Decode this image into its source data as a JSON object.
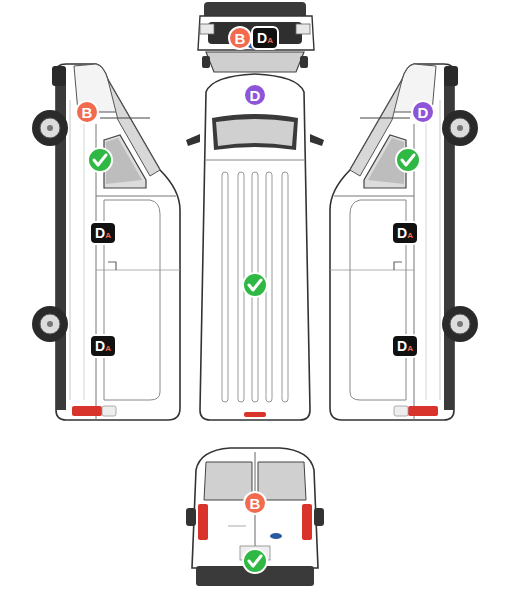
{
  "diagram": {
    "nodes": [
      {
        "text": [
          "B"
        ]
      },
      {
        "text": [
          "D",
          "A"
        ]
      },
      {
        "text": [
          "D"
        ]
      },
      {
        "text": [
          "B"
        ]
      },
      {
        "text": [
          "D"
        ]
      },
      {
        "text": [
          "D",
          "A"
        ]
      },
      {
        "text": [
          "D",
          "A"
        ]
      },
      {
        "text": [
          "D",
          "A"
        ]
      },
      {
        "text": [
          "D",
          "A"
        ]
      },
      {
        "text": [
          "B"
        ]
      }
    ]
  }
}
